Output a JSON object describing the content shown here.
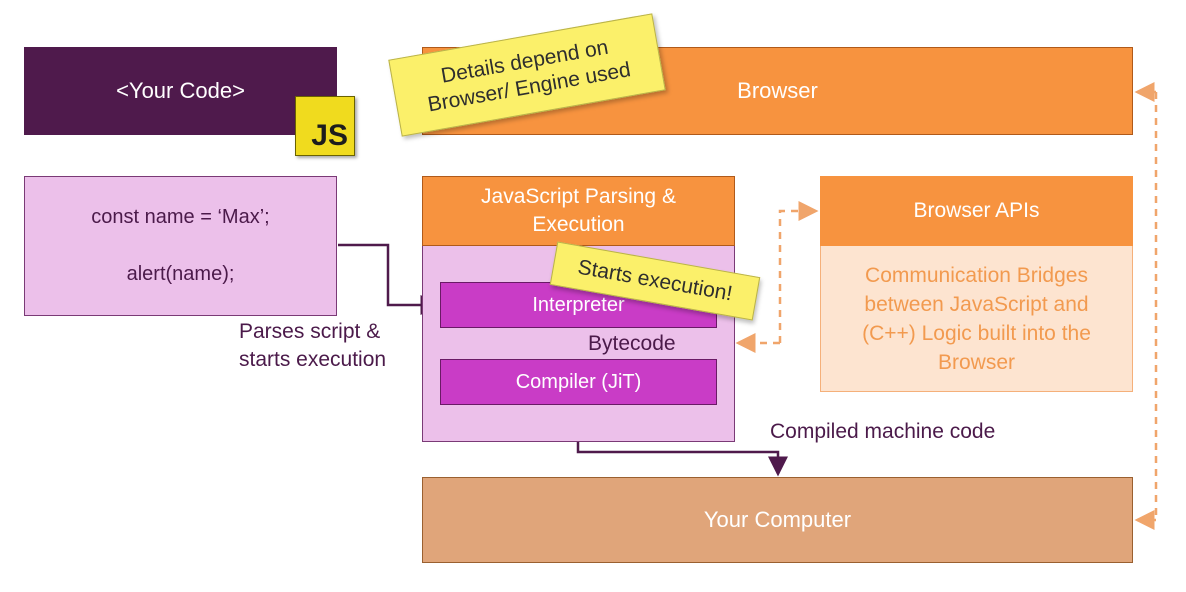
{
  "your_code": {
    "label": "<Your Code>"
  },
  "js_badge": {
    "label": "JS"
  },
  "code_sample": {
    "line1": "const name = ‘Max’;",
    "line2": "alert(name);"
  },
  "browser": {
    "label": "Browser"
  },
  "engine": {
    "title_line1": "JavaScript Parsing &",
    "title_line2": "Execution"
  },
  "interpreter": {
    "label": "Interpreter"
  },
  "bytecode": {
    "label": "Bytecode"
  },
  "compiler": {
    "label": "Compiler (JiT)"
  },
  "browser_apis": {
    "title": "Browser APIs",
    "desc_line1": "Communication Bridges",
    "desc_line2": "between JavaScript and",
    "desc_line3": "(C++) Logic built into the",
    "desc_line4": "Browser"
  },
  "parses_label": {
    "line1": "Parses script &",
    "line2": "starts execution"
  },
  "compiled_label": "Compiled machine code",
  "your_computer": {
    "label": "Your Computer"
  },
  "note_details": {
    "line1": "Details depend on",
    "line2": "Browser/ Engine used"
  },
  "note_starts": {
    "label": "Starts execution!"
  },
  "colors": {
    "dark_purple": "#4f1a4c",
    "light_purple": "#ecc0ea",
    "magenta": "#c93cc6",
    "orange": "#f7933f",
    "light_orange": "#fde4d0",
    "tan": "#e0a57a",
    "sticky_yellow": "#fbf06a",
    "js_yellow": "#f0db1e"
  }
}
